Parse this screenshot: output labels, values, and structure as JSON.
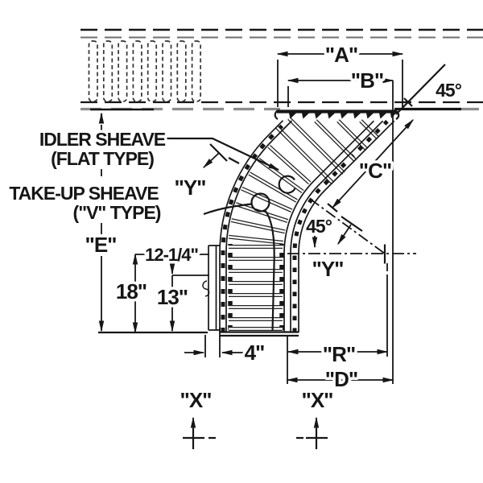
{
  "callouts": {
    "idler_sheave_line1": "IDLER SHEAVE",
    "idler_sheave_line2": "(FLAT TYPE)",
    "takeup_sheave_line1": "TAKE-UP SHEAVE",
    "takeup_sheave_line2": "(\"V\" TYPE)"
  },
  "dimensions": {
    "a_label": "\"A\"",
    "b_label": "\"B\"",
    "c_label": "\"C\"",
    "d_label": "\"D\"",
    "e_label": "\"E\"",
    "r_label": "\"R\"",
    "x_left_label": "\"X\"",
    "x_right_label": "\"X\"",
    "y_upper_label": "\"Y\"",
    "y_lower_label": "\"Y\"",
    "angle_top_right": "45°",
    "angle_center": "45°",
    "vertical_18": "18\"",
    "vertical_13": "13\"",
    "horizontal_12_quarter": "12-1/4\"",
    "horizontal_4": "4\""
  },
  "colors": {
    "ink": "#161616",
    "edge_gray": "#8c8c8c"
  }
}
